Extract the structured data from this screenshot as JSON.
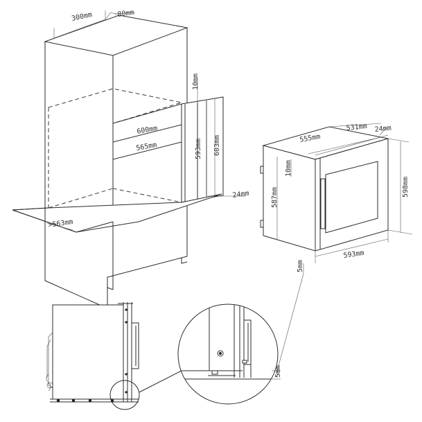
{
  "dimensions": {
    "cabinet_depth_top": "300mm",
    "cabinet_gap_top": "80mm",
    "niche_width_upper": "600mm",
    "niche_width_lower": "565mm",
    "niche_height_outer": "603mm",
    "niche_height_inner": "593mm",
    "top_clearance": "10mm",
    "niche_side_gap": "24mm",
    "niche_depth": ">563mm",
    "oven_depth_total": "531mm",
    "oven_door_thickness": "24mm",
    "oven_body_depth": "555mm",
    "oven_top_gap": "10mm",
    "oven_body_height": "587mm",
    "oven_front_height": "598mm",
    "oven_front_width": "593mm",
    "bottom_gap_label": "5mm",
    "detail_gap_label": "5mm"
  },
  "colors": {
    "line": "#2a2a2a",
    "background": "#ffffff"
  }
}
